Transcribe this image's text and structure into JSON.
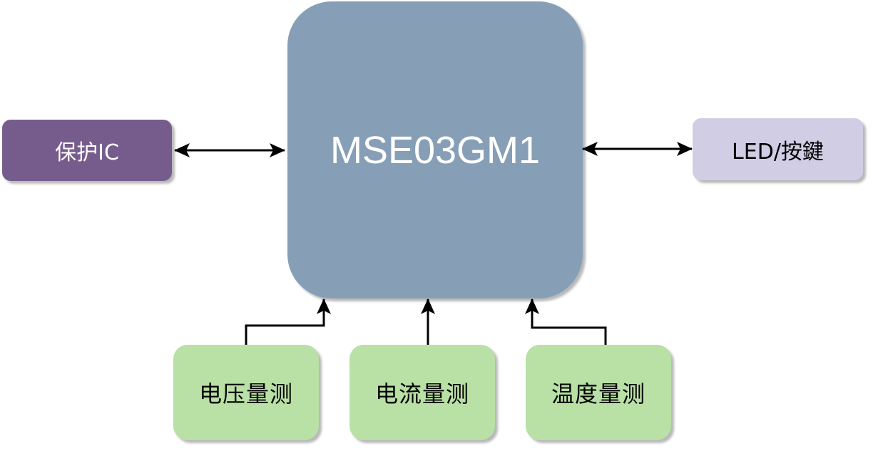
{
  "nodes": {
    "mcu": "MSE03GM1",
    "protect_ic": "保护IC",
    "led_keys": "LED/按鍵",
    "voltage": "电压量测",
    "current": "电流量测",
    "temperature": "温度量测"
  },
  "colors": {
    "mcu_fill": "#879fb6",
    "protect_fill": "#765c8d",
    "led_fill": "#d0cde4",
    "sensor_fill": "#b9e0a5",
    "connector": "#000000"
  },
  "connections": [
    {
      "from": "protect_ic",
      "to": "mcu",
      "direction": "bidirectional"
    },
    {
      "from": "mcu",
      "to": "led_keys",
      "direction": "bidirectional"
    },
    {
      "from": "voltage",
      "to": "mcu",
      "direction": "one-way"
    },
    {
      "from": "current",
      "to": "mcu",
      "direction": "one-way"
    },
    {
      "from": "temperature",
      "to": "mcu",
      "direction": "one-way"
    }
  ]
}
